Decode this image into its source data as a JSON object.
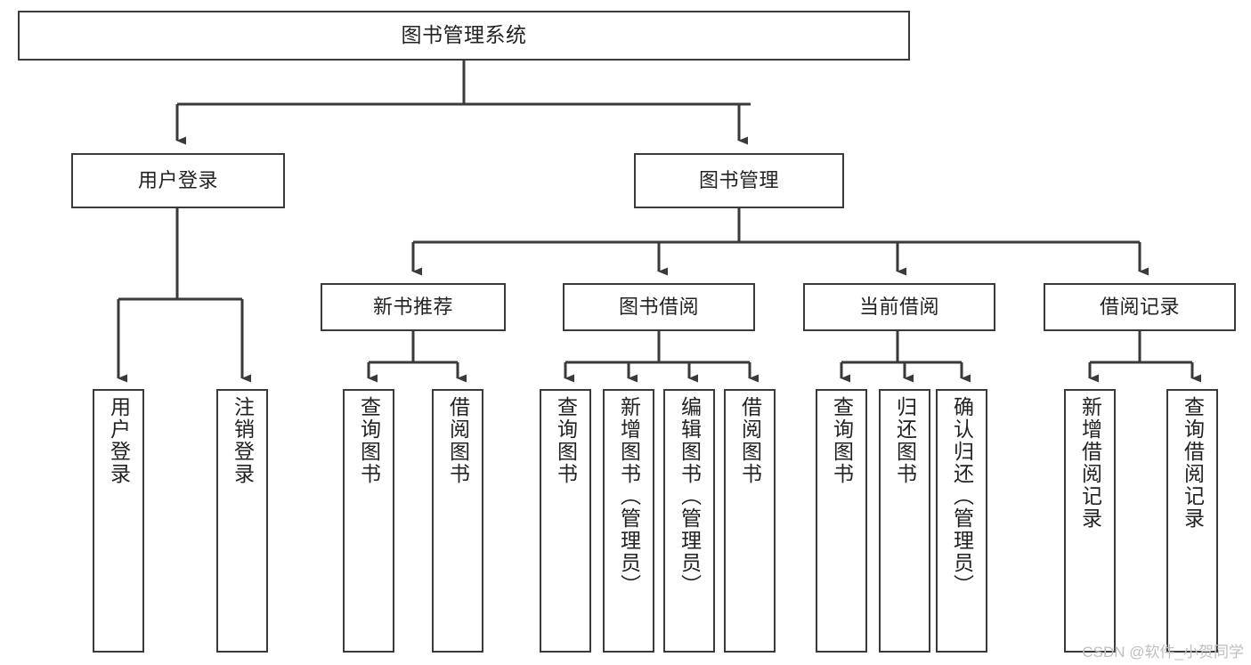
{
  "diagram": {
    "type": "tree-hierarchy-chart",
    "title": "图书管理系统",
    "colors": {
      "box_border": "#3a3a3a",
      "box_fill": "#ffffff",
      "connector": "#3a3a3a",
      "text": "#222222",
      "watermark": "#bfbfbf",
      "background": "#ffffff"
    },
    "root": {
      "label": "图书管理系统"
    },
    "level1": [
      {
        "label": "用户登录"
      },
      {
        "label": "图书管理"
      }
    ],
    "level2": [
      {
        "label": "新书推荐"
      },
      {
        "label": "图书借阅"
      },
      {
        "label": "当前借阅"
      },
      {
        "label": "借阅记录"
      }
    ],
    "leaves": {
      "user_login": [
        {
          "label": "用户登录"
        },
        {
          "label": "注销登录"
        }
      ],
      "new_book_recommend": [
        {
          "label": "查询图书"
        },
        {
          "label": "借阅图书"
        }
      ],
      "book_borrow": [
        {
          "label": "查询图书"
        },
        {
          "label": "新增图书（管理员）"
        },
        {
          "label": "编辑图书（管理员）"
        },
        {
          "label": "借阅图书"
        }
      ],
      "current_borrow": [
        {
          "label": "查询图书"
        },
        {
          "label": "归还图书"
        },
        {
          "label": "确认归还（管理员）"
        }
      ],
      "borrow_record": [
        {
          "label": "新增借阅记录"
        },
        {
          "label": "查询借阅记录"
        }
      ]
    },
    "watermark": "CSDN @软件_小贺同学"
  }
}
